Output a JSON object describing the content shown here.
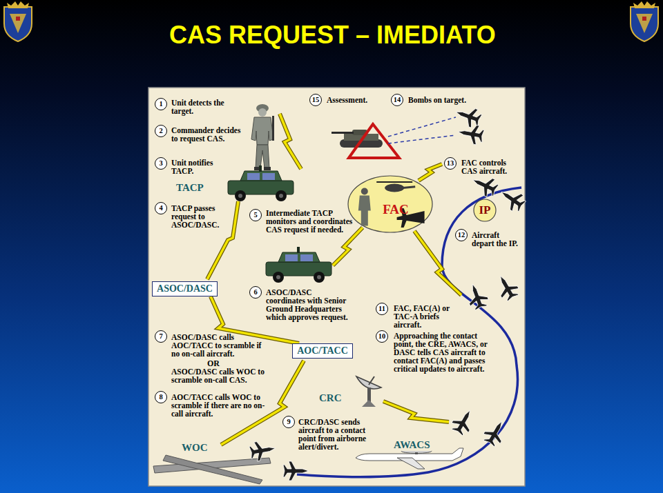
{
  "diagram": {
    "title": "CAS REQUEST – IMEDIATO",
    "nodes": [
      {
        "text": [
          "FAC"
        ]
      },
      {
        "text": [
          "IP"
        ]
      },
      {
        "text": [
          "ASOC/DASC"
        ]
      },
      {
        "text": [
          "AOC/TACC"
        ]
      }
    ],
    "edges": [
      {
        "from": 2,
        "to": 3,
        "arrow": "none"
      }
    ],
    "labels": [
      "1",
      "Unit detects the target.",
      "15",
      "Assessment.",
      "14",
      "Bombs on target.",
      "2",
      "Commander decides to request CAS.",
      "3",
      "Unit notifies TACP.",
      "13",
      "FAC controls CAS aircraft.",
      "TACP",
      "4",
      "TACP passes request to ASOC/DASC.",
      "5",
      "Intermediate TACP monitors and coordinates CAS request if needed.",
      "12",
      "Aircraft depart the IP.",
      "6",
      "ASOC/DASC coordinates with Senior Ground Headquarters which approves request.",
      "11",
      "FAC, FAC(A) or TAC-A briefs aircraft.",
      "7",
      "ASOC/DASC calls AOC/TACC to scramble if no on-call aircraft.",
      "10",
      "Approaching the contact point, the CRE, AWACS, or DASC tells CAS aircraft to contact FAC(A) and passes critical updates to aircraft.",
      "OR",
      "ASOC/DASC calls WOC to scramble on-call CAS.",
      "8",
      "AOC/TACC calls WOC to scramble if there are no on-call aircraft.",
      "CRC",
      "9",
      "CRC/DASC sends aircraft to a contact point from airborne alert/divert.",
      "WOC",
      "AWACS"
    ]
  }
}
